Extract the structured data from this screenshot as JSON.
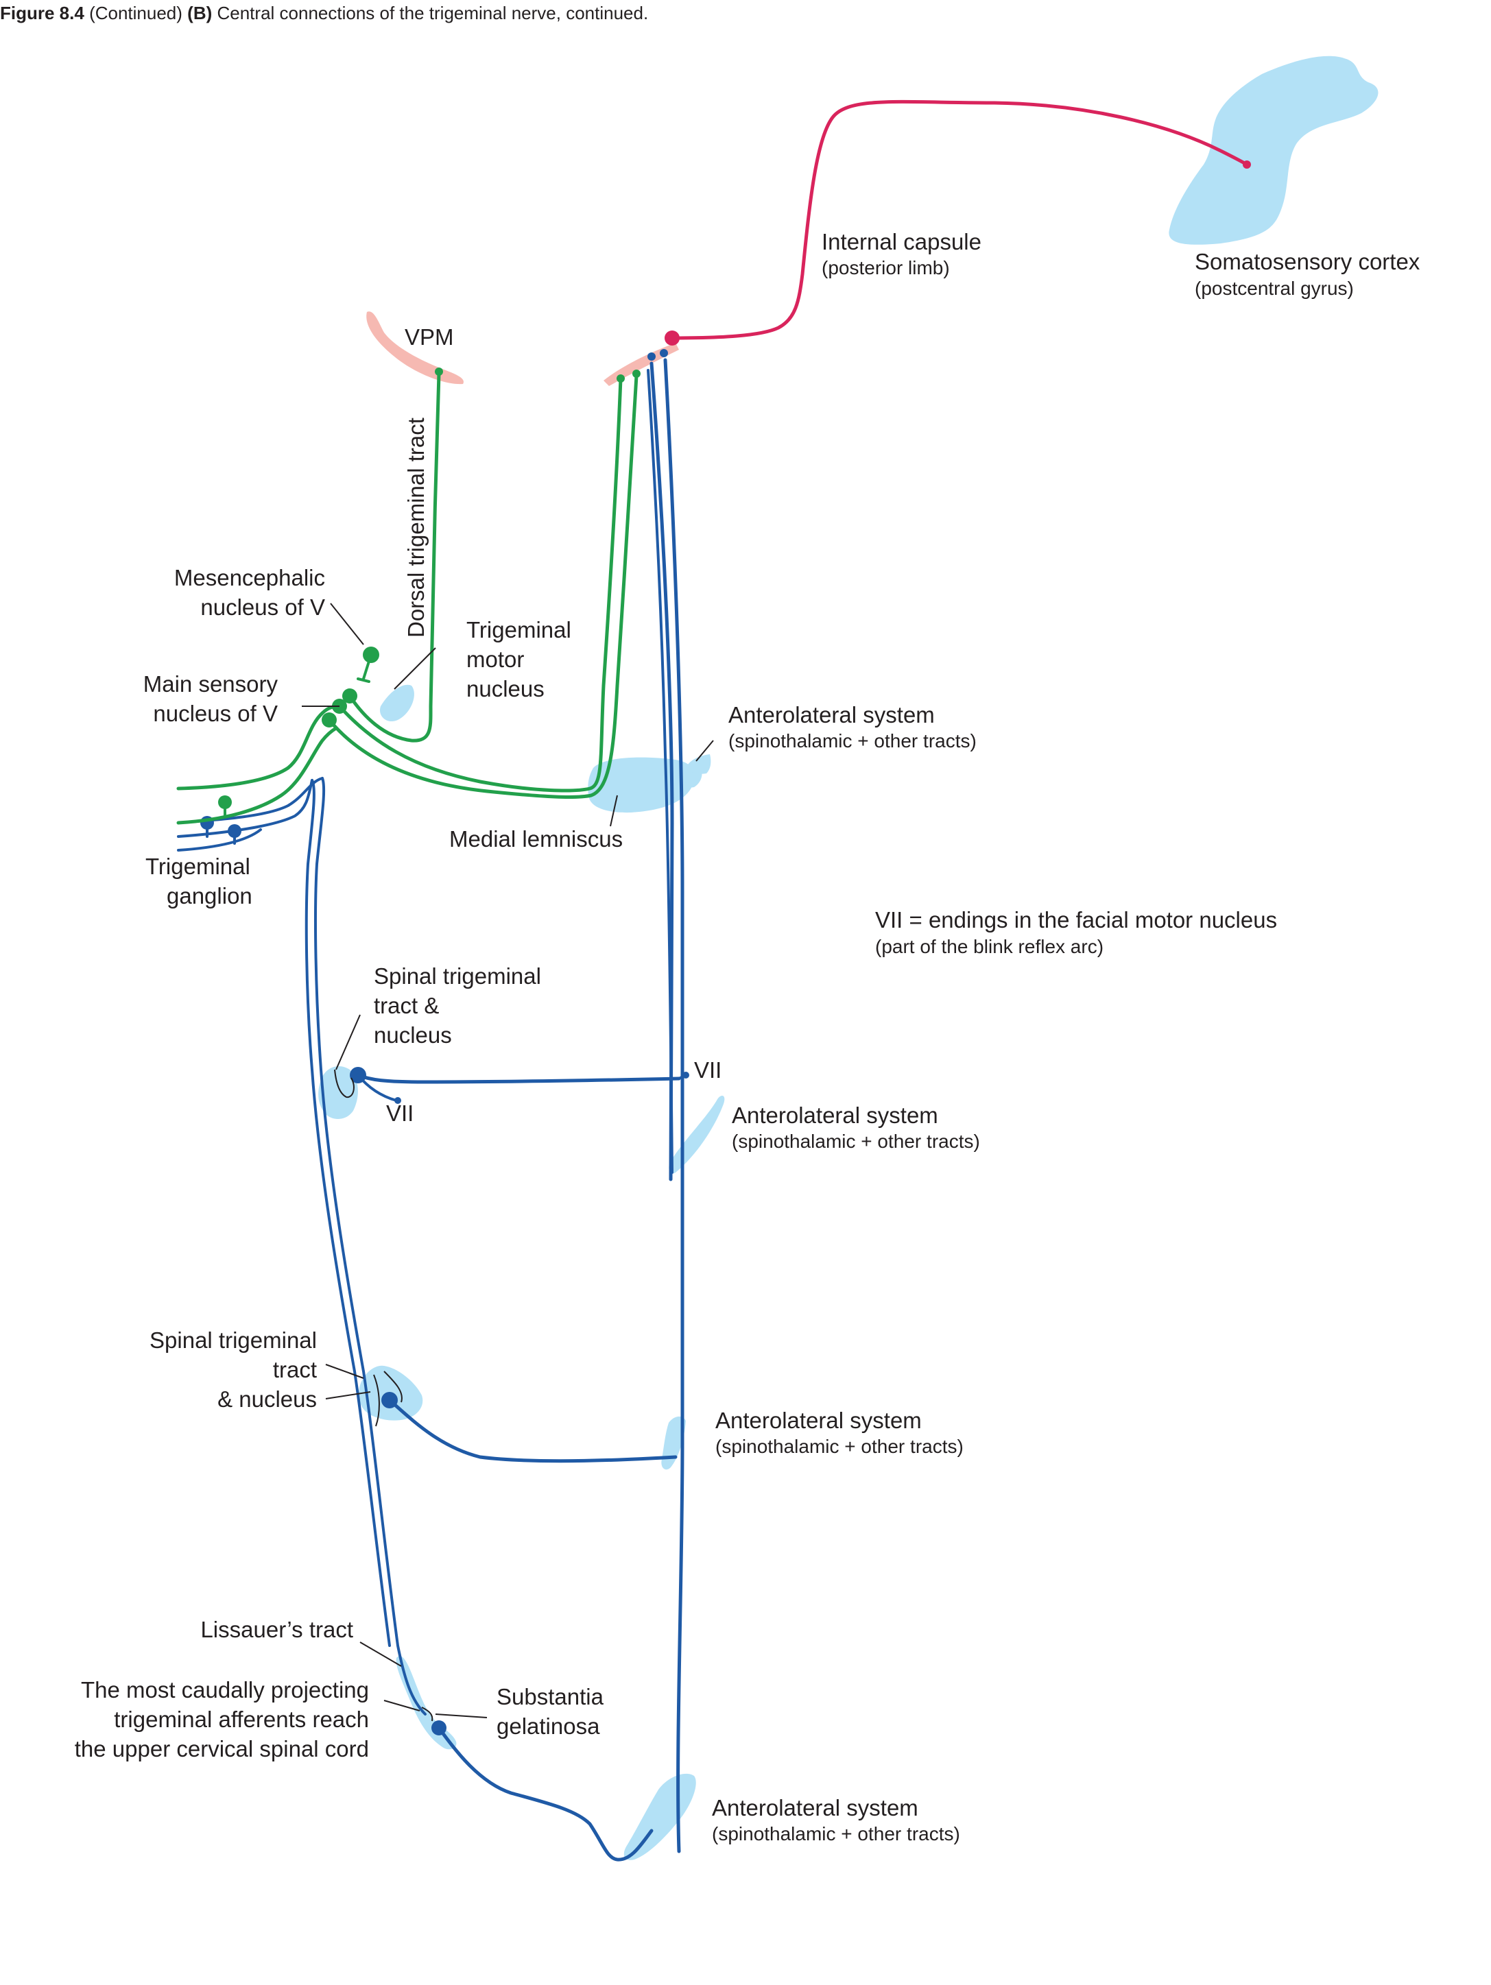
{
  "caption": {
    "figure_number": "Figure 8.4",
    "continued": "(Continued)",
    "panel": "(B)",
    "text": "Central connections of the trigeminal nerve, continued."
  },
  "labels": {
    "vpm": "VPM",
    "internal_capsule": "Internal capsule",
    "internal_capsule_sub": "(posterior limb)",
    "somatosensory_cortex": "Somatosensory cortex",
    "somatosensory_cortex_sub": "(postcentral gyrus)",
    "dorsal_trigeminal_tract": "Dorsal trigeminal tract",
    "mesencephalic_1": "Mesencephalic",
    "mesencephalic_2": "nucleus of V",
    "main_sensory_1": "Main sensory",
    "main_sensory_2": "nucleus of V",
    "trigeminal_motor_1": "Trigeminal",
    "trigeminal_motor_2": "motor",
    "trigeminal_motor_3": "nucleus",
    "anterolateral_1": "Anterolateral system",
    "anterolateral_1_sub": "(spinothalamic + other tracts)",
    "medial_lemniscus": "Medial lemniscus",
    "trigeminal_ganglion_1": "Trigeminal",
    "trigeminal_ganglion_2": "ganglion",
    "vii_note": "VII = endings in the facial motor nucleus",
    "vii_note_sub": "(part of the blink reflex arc)",
    "spinal_tract_top_1": "Spinal trigeminal",
    "spinal_tract_top_2": "tract &",
    "spinal_tract_top_3": "nucleus",
    "vii_right": "VII",
    "vii_left": "VII",
    "anterolateral_2": "Anterolateral system",
    "anterolateral_2_sub": "(spinothalamic + other tracts)",
    "spinal_tract_mid_1": "Spinal trigeminal",
    "spinal_tract_mid_2": "tract",
    "spinal_tract_mid_3": "& nucleus",
    "anterolateral_3": "Anterolateral system",
    "anterolateral_3_sub": "(spinothalamic + other tracts)",
    "lissauer": "Lissauer’s tract",
    "caudal_1": "The most caudally projecting",
    "caudal_2": "trigeminal afferents reach",
    "caudal_3": "the upper cervical spinal cord",
    "substantia_1": "Substantia",
    "substantia_2": "gelatinosa",
    "anterolateral_4": "Anterolateral system",
    "anterolateral_4_sub": "(spinothalamic + other tracts)"
  },
  "colors": {
    "green_pathway": "#22a04b",
    "blue_pathway": "#1f5aa6",
    "red_pathway": "#d9245c",
    "nucleus_fill": "#b3e1f6",
    "thalamus_fill": "#f6b9b2",
    "text": "#231f20"
  }
}
